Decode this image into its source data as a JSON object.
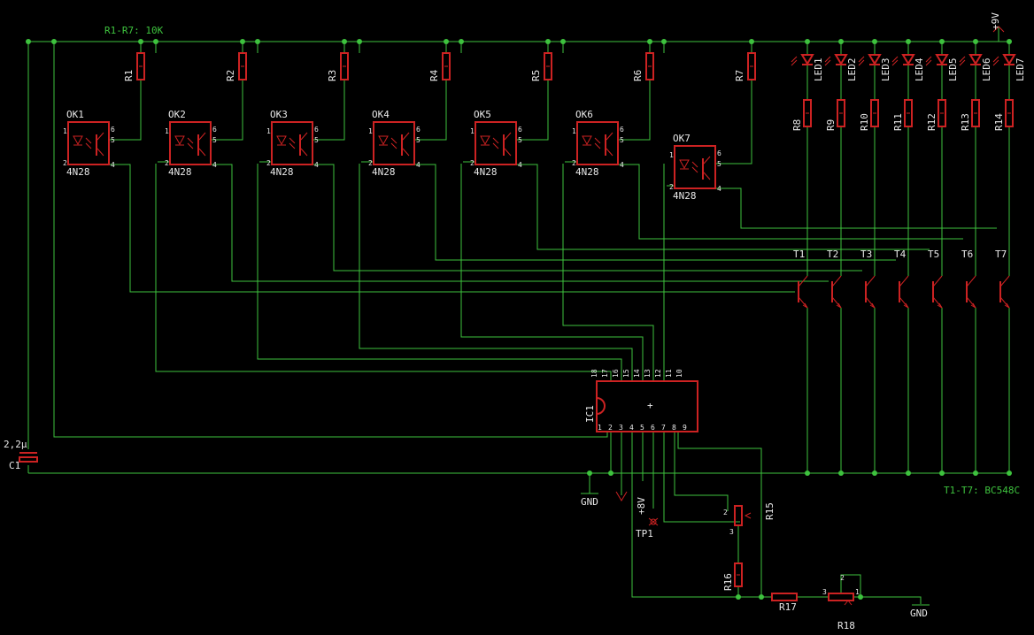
{
  "notes": {
    "resistors_r1_r7": "R1-R7: 10K",
    "transistors": "T1-T7: BC548C",
    "supply": "+9V",
    "gnd_left": "GND",
    "gnd_right": "GND",
    "testpoint": "TP1",
    "testpoint_voltage": "+8V"
  },
  "colors": {
    "wire": "#3ec23e",
    "part": "#cc2222",
    "text": "#e8e8e8",
    "background": "#000000"
  },
  "capacitor": {
    "name": "C1",
    "value": "2,2µ"
  },
  "optocouplers": [
    {
      "name": "OK1",
      "type": "4N28",
      "resistor": "R1"
    },
    {
      "name": "OK2",
      "type": "4N28",
      "resistor": "R2"
    },
    {
      "name": "OK3",
      "type": "4N28",
      "resistor": "R3"
    },
    {
      "name": "OK4",
      "type": "4N28",
      "resistor": "R4"
    },
    {
      "name": "OK5",
      "type": "4N28",
      "resistor": "R5"
    },
    {
      "name": "OK6",
      "type": "4N28",
      "resistor": "R6"
    },
    {
      "name": "OK7",
      "type": "4N28",
      "resistor": "R7"
    }
  ],
  "opto_pins": [
    "1",
    "2",
    "6",
    "5",
    "4"
  ],
  "leds": [
    "LED1",
    "LED2",
    "LED3",
    "LED4",
    "LED5",
    "LED6",
    "LED7"
  ],
  "led_resistors": [
    "R8",
    "R9",
    "R10",
    "R11",
    "R12",
    "R13",
    "R14"
  ],
  "transistor_names": [
    "T1",
    "T2",
    "T3",
    "T4",
    "T5",
    "T6",
    "T7"
  ],
  "ic": {
    "name": "IC1",
    "top_pins": [
      "18",
      "17",
      "16",
      "15",
      "14",
      "13",
      "12",
      "11",
      "10"
    ],
    "bottom_pins": [
      "1",
      "2",
      "3",
      "4",
      "5",
      "6",
      "7",
      "8",
      "9"
    ]
  },
  "pot_r15": {
    "name": "R15",
    "pin_top": "2",
    "pin_bottom": "3"
  },
  "r16": "R16",
  "r17": "R17",
  "pot_r18": {
    "name": "R18",
    "pin_left": "3",
    "pin_top": "2",
    "pin_right": "1"
  }
}
